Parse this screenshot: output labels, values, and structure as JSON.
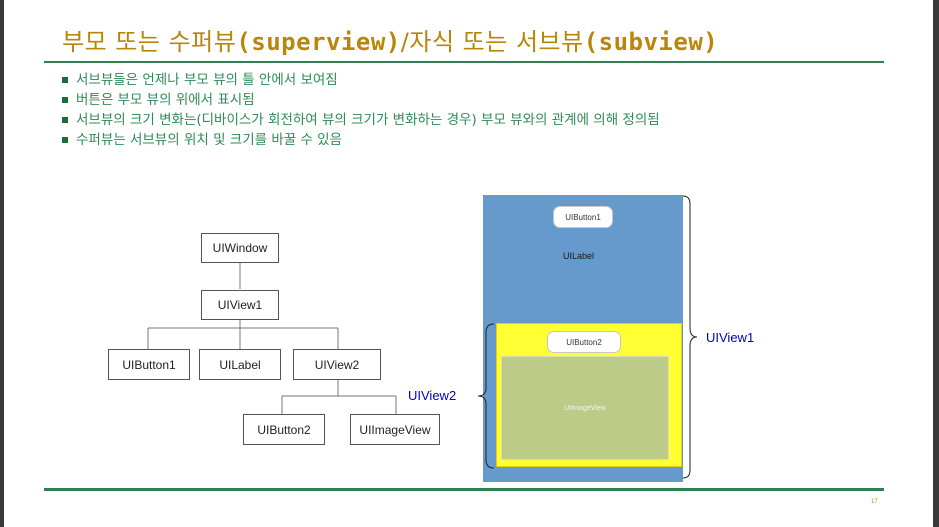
{
  "slide": {
    "title_prefix": "부모 또는 수퍼뷰",
    "title_mono1": "(superview)",
    "title_middle": "/자식 또는 서브뷰",
    "title_mono2": "(subview)",
    "bullets": [
      "서브뷰들은 언제나 부모 뷰의 틀 안에서 보여짐",
      "버튼은 부모 뷰의 위에서 표시됨",
      "서브뷰의 크기 변화는(디바이스가 회전하여 뷰의 크기가 변화하는 경우) 부모 뷰와의 관계에 의해 정의됨",
      "수퍼뷰는 서브뷰의 위치 및 크기를 바꿀 수 있음"
    ],
    "page_number": "17"
  },
  "tree": {
    "window": "UIWindow",
    "view1": "UIView1",
    "button1": "UIButton1",
    "label": "UILabel",
    "view2": "UIView2",
    "button2": "UIButton2",
    "imageview": "UIImageView"
  },
  "mockup": {
    "button1": "UIButton1",
    "label": "UILabel",
    "button2": "UIButton2",
    "imageview": "UIImageView",
    "callout_view1": "UIView1",
    "callout_view2": "UIView2",
    "colors": {
      "outer_view": "#6699cc",
      "inner_view": "#ffff33",
      "image_view": "#bccb88",
      "callout": "#0000cc",
      "title": "#b8860b",
      "bullet_text": "#2e8b57"
    }
  }
}
